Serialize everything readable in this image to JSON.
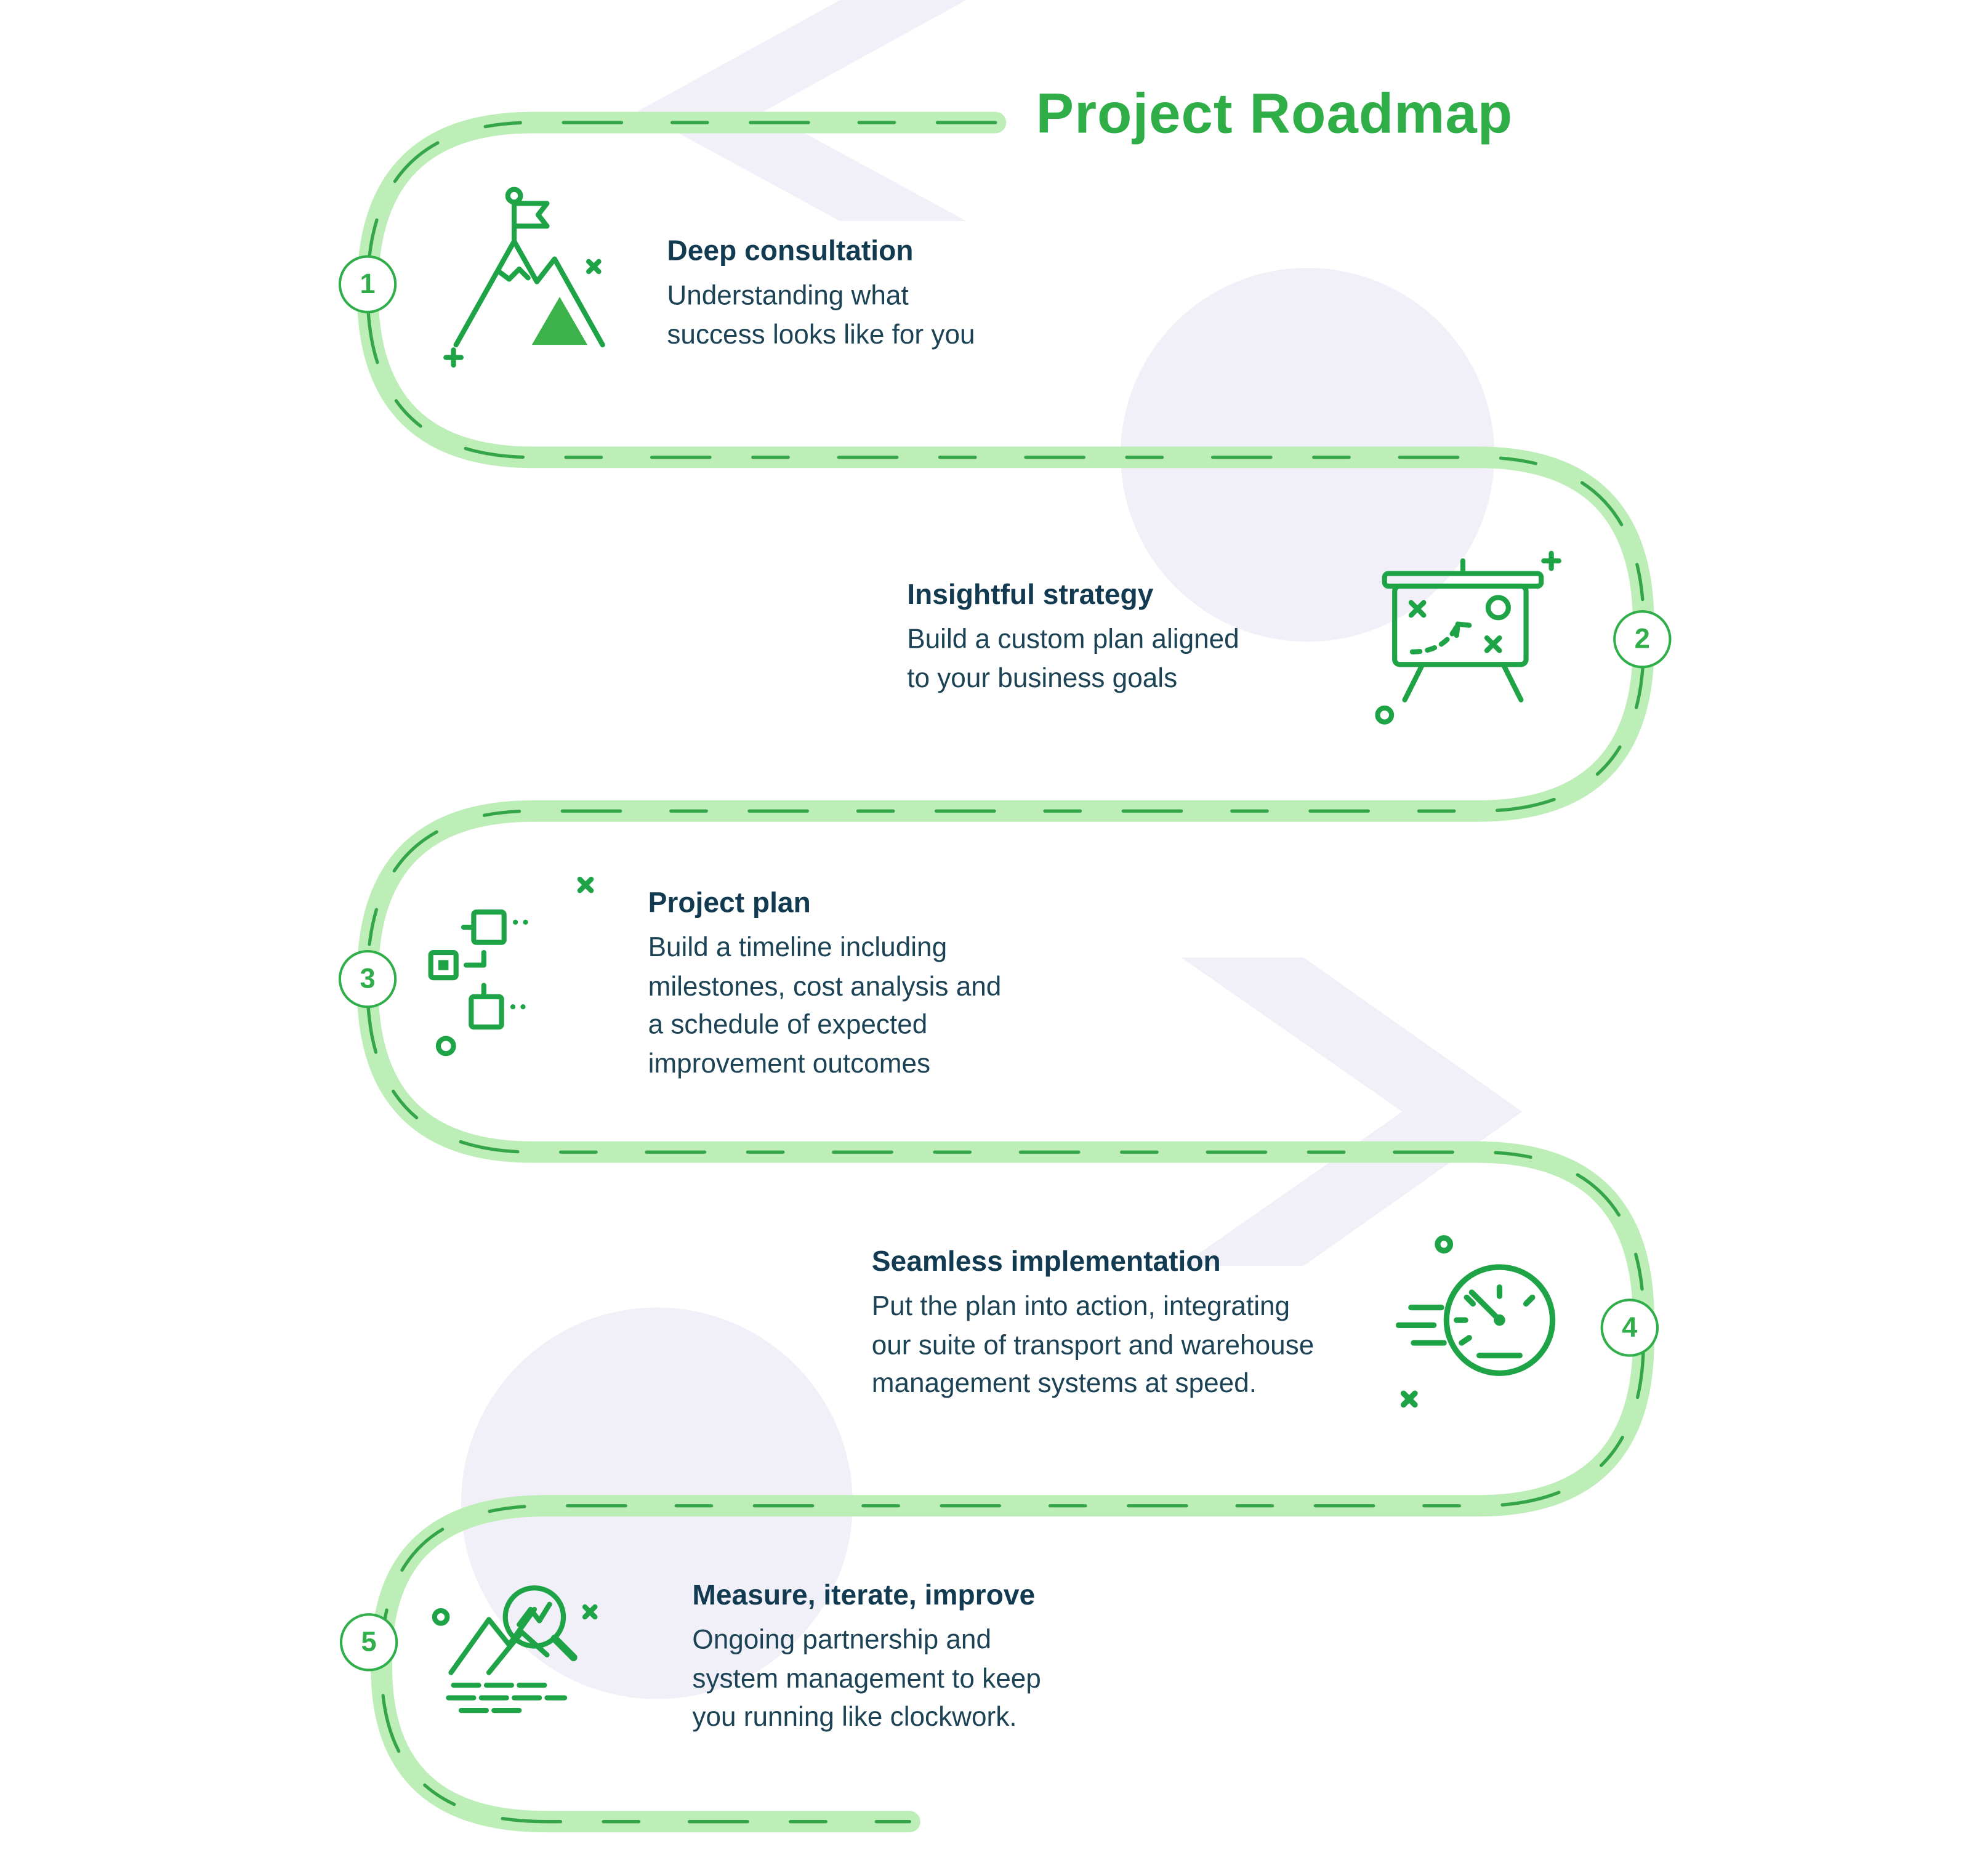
{
  "title": "Project Roadmap",
  "steps": [
    {
      "number": "1",
      "heading": "Deep consultation",
      "body_lines": [
        "Understanding what",
        "success looks like for you"
      ],
      "icon": "mountain-flag-icon"
    },
    {
      "number": "2",
      "heading": "Insightful strategy",
      "body_lines": [
        "Build a custom plan aligned",
        "to your business goals"
      ],
      "icon": "strategy-board-icon"
    },
    {
      "number": "3",
      "heading": "Project plan",
      "body_lines": [
        "Build a timeline including",
        "milestones, cost analysis and",
        "a schedule of expected",
        "improvement outcomes"
      ],
      "icon": "project-plan-icon"
    },
    {
      "number": "4",
      "heading": "Seamless implementation",
      "body_lines": [
        "Put the plan into action, integrating",
        "our suite of transport and warehouse",
        "management systems at speed."
      ],
      "icon": "speedometer-icon"
    },
    {
      "number": "5",
      "heading": "Measure, iterate, improve",
      "body_lines": [
        "Ongoing partnership and",
        "system management to keep",
        "you running like clockwork."
      ],
      "icon": "chart-magnifier-icon"
    }
  ],
  "colors": {
    "accent_green": "#2fae47",
    "path_light_green": "#bdeeb7",
    "dash_green": "#35a54a",
    "icon_green": "#1ea446",
    "heading_dark": "#123a51",
    "body_dark": "#1c4355",
    "bg_shape": "#f1f0f8"
  }
}
